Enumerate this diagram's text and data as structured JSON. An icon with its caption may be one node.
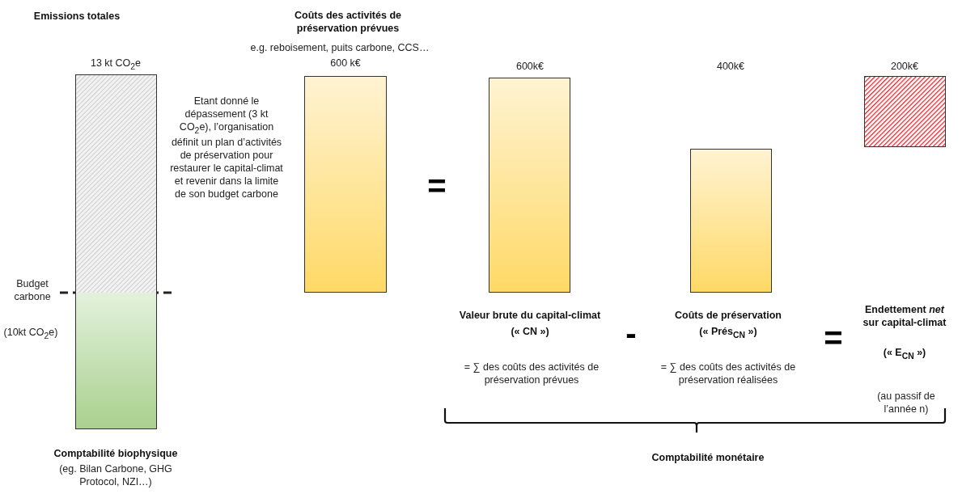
{
  "diagram": {
    "nodes": [
      {
        "text": [],
        "shape": "bar"
      },
      {
        "text": [],
        "shape": "bar"
      },
      {
        "text": [],
        "shape": "bar"
      },
      {
        "text": [],
        "shape": "bar"
      },
      {
        "text": [],
        "shape": "bar"
      }
    ],
    "labels": [
      "Emissions totales",
      "Coûts des activités de préservation prévues",
      "e.g. reboisement, puits carbone, CCS…",
      "13 kt CO$_{2}$e",
      "600 k€",
      "600k€",
      "400k€",
      "200k€",
      "Etant donné le dépassement (3 kt CO$_{2}$e), l’organisation définit un plan d’activités de préservation pour restaurer le capital-climat et revenir dans la limite de son budget carbone",
      "=",
      "Budget carbone",
      "(10kt CO$_{2}$e)",
      "Valeur brute du capital-climat",
      "(« CN »)",
      "-",
      "Coûts de préservation",
      "(« Prés$_{CN}$ »)",
      "=",
      "Endettement *net* sur capital-climat",
      "(« E$_{CN}$ »)",
      "= ∑ des coûts des activités de préservation prévues",
      "= ∑ des coûts des activités de préservation réalisées",
      "(au passif de l’année n)",
      "Comptabilité monétaire",
      "Comptabilité biophysique",
      "(eg. Bilan Carbone, GHG Protocol, NZI…)"
    ]
  }
}
